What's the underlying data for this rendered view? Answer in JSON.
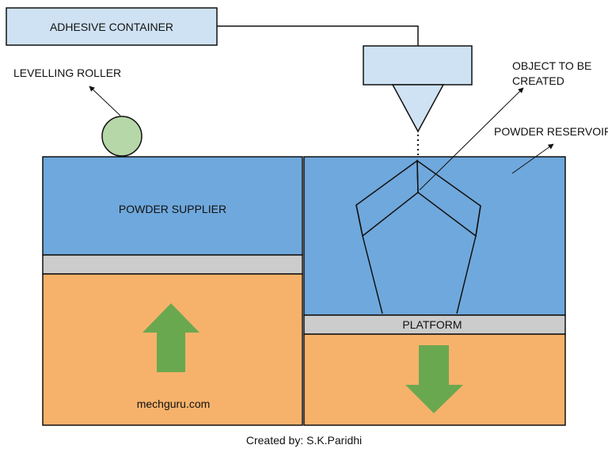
{
  "labels": {
    "adhesive_container": "ADHESIVE CONTAINER",
    "levelling_roller": "LEVELLING ROLLER",
    "object_line1": "OBJECT TO BE",
    "object_line2": "CREATED",
    "powder_reservoir": "POWDER RESERVOIR",
    "powder_supplier": "POWDER SUPPLIER",
    "platform": "PLATFORM",
    "watermark": "mechguru.com",
    "credit": "Created by: S.K.Paridhi"
  },
  "colors": {
    "powder": "#6fa8dc",
    "base": "#f6b26b",
    "plate": "#cccccc",
    "box_fill": "#cfe2f3",
    "roller": "#b6d7a8",
    "arrow": "#6aa84f",
    "stroke": "#111111"
  },
  "arrows": {
    "supplier_direction": "up",
    "platform_direction": "down"
  }
}
